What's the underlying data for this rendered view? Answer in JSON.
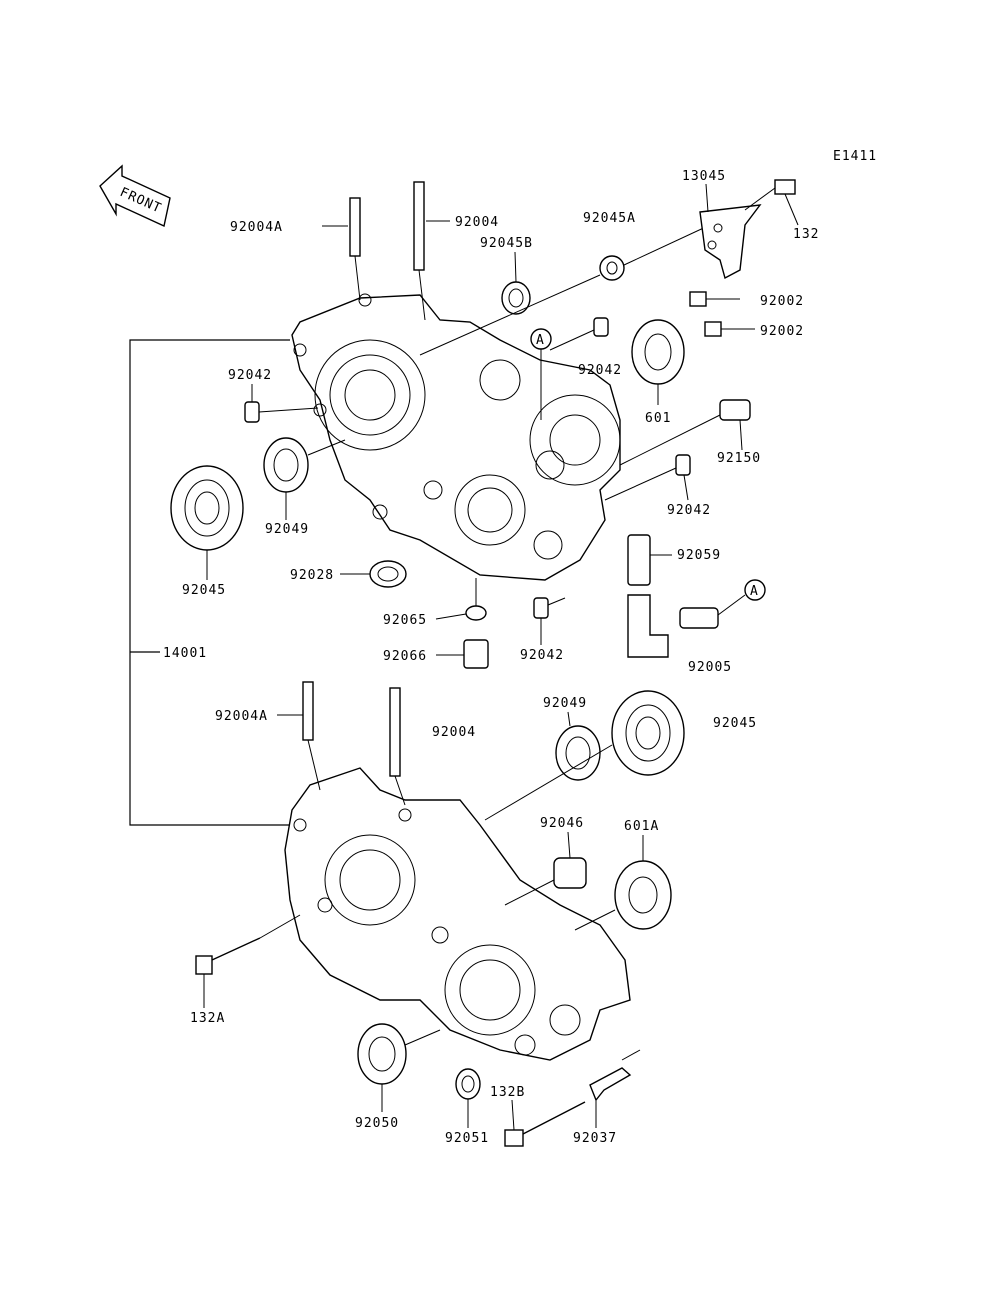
{
  "diagram": {
    "ref_code": "E1411",
    "front_label": "FRONT",
    "labels": {
      "p13045": "13045",
      "p132": "132",
      "p92004A_top": "92004A",
      "p92004_top": "92004",
      "p92045A": "92045A",
      "p92045B": "92045B",
      "p92002_a": "92002",
      "p92002_b": "92002",
      "p92042_left": "92042",
      "p92042_mid": "92042",
      "p601": "601",
      "p92150": "92150",
      "p92042_right": "92042",
      "p92049_top": "92049",
      "p92045_left": "92045",
      "p92028": "92028",
      "p92059": "92059",
      "p92065": "92065",
      "p92042_bottom": "92042",
      "p92066": "92066",
      "p92005": "92005",
      "p14001": "14001",
      "p92004A_bottom": "92004A",
      "p92004_bottom": "92004",
      "p92049_bottom": "92049",
      "p92045_right": "92045",
      "p92046": "92046",
      "p601A": "601A",
      "p132A": "132A",
      "p92050": "92050",
      "p92051": "92051",
      "p132B": "132B",
      "p92037": "92037",
      "ref_A_top": "A",
      "ref_A_right": "A"
    }
  }
}
